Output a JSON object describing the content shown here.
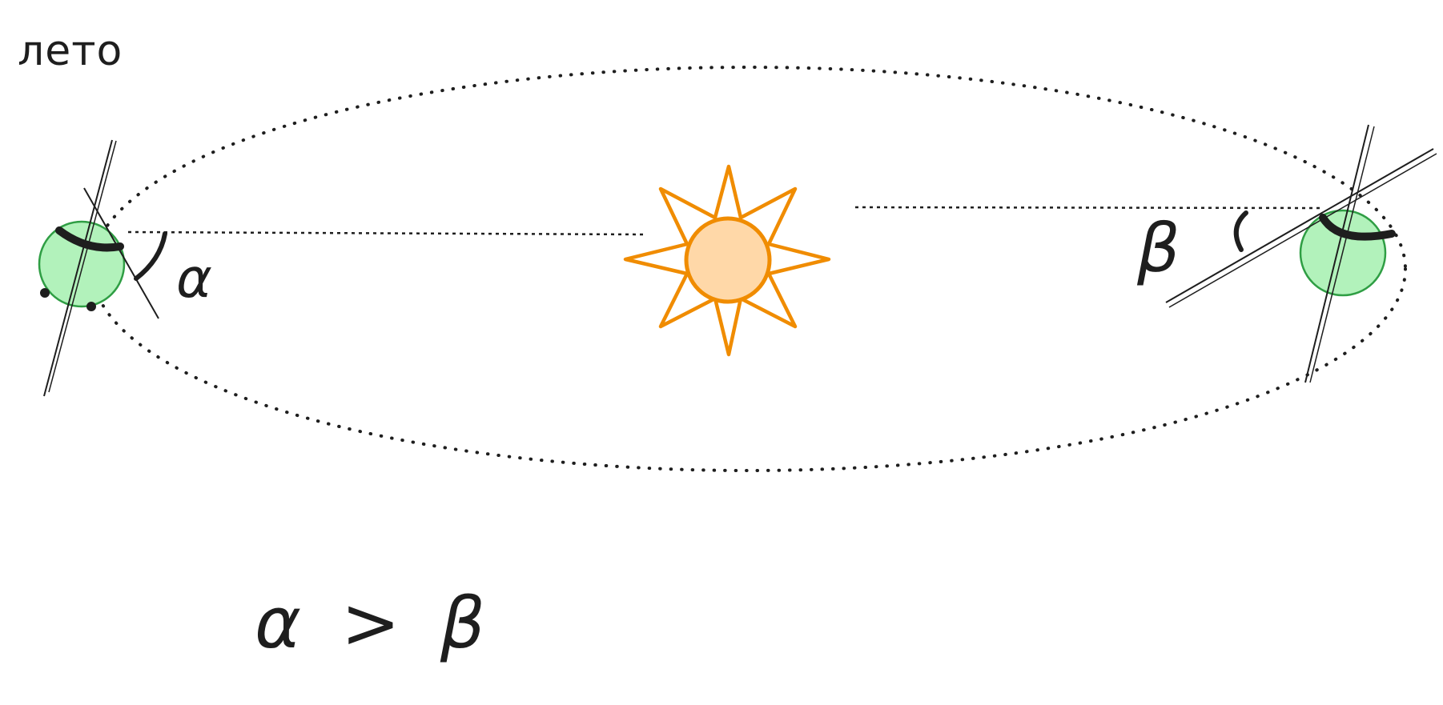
{
  "labels": {
    "season": "лето",
    "angle_left": "α",
    "angle_right": "β",
    "relation": "α > β"
  },
  "colors": {
    "ink": "#1e1e1e",
    "planet_fill": "#b2f2bb",
    "planet_stroke": "#2f9e44",
    "sun_fill": "#ffd8a8",
    "sun_stroke": "#f08c00"
  }
}
